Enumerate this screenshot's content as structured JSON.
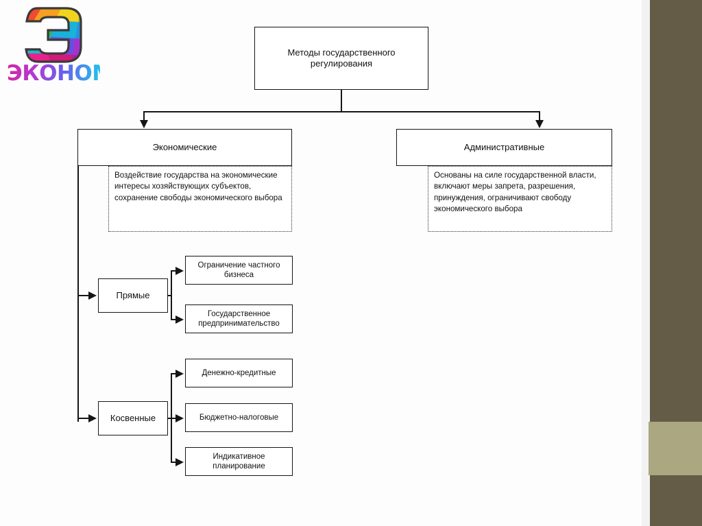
{
  "slide": {
    "background_color": "#fdfdfd",
    "sidebar": {
      "dark_color": "#645c47",
      "light_color": "#aaa781"
    }
  },
  "logo": {
    "mark_letter": "Э",
    "wordmark": "эконом",
    "gradient_from": "#d6249f",
    "gradient_to": "#1fc8e8"
  },
  "diagram": {
    "title": "Методы государственного регулирования",
    "branches": [
      {
        "label": "Экономические",
        "description": "Воздействие государства на экономические интересы хозяйствующих субъектов, сохранение свободы экономического выбора"
      },
      {
        "label": "Административные",
        "description": "Основаны на силе государственной власти, включают меры запрета, разрешения, принуждения, ограничивают свободу экономического выбора"
      }
    ],
    "groups": [
      {
        "label": "Прямые",
        "items": [
          "Ограничение частного бизнеса",
          "Государственное предпринимательство"
        ]
      },
      {
        "label": "Косвенные",
        "items": [
          "Денежно-кредитные",
          "Бюджетно-налоговые",
          "Индикативное планирование"
        ]
      }
    ]
  }
}
